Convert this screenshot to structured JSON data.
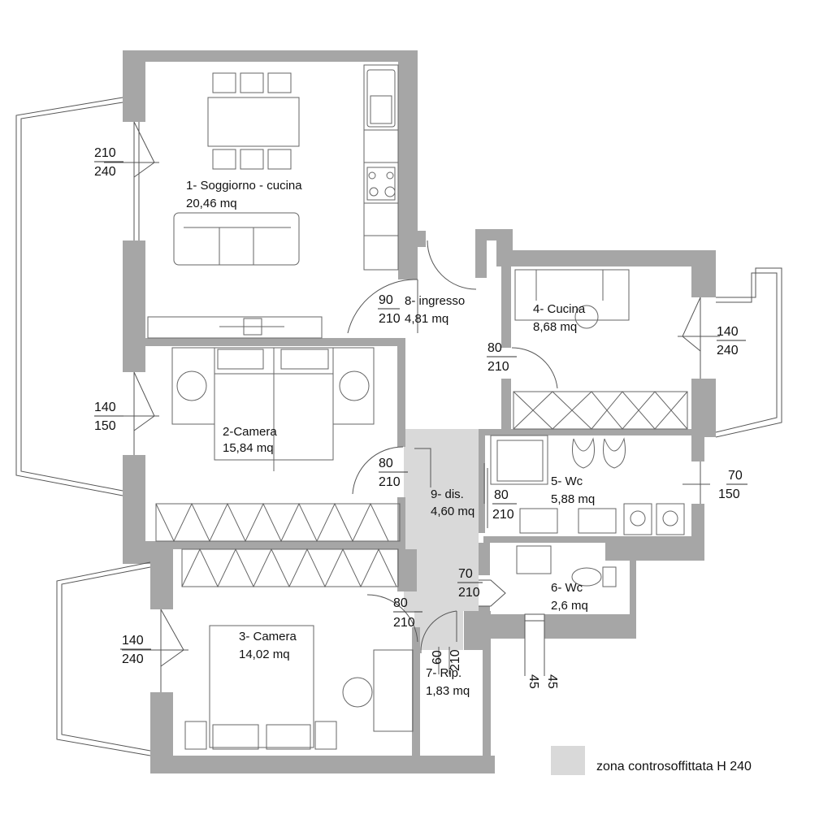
{
  "colors": {
    "wall": "#a6a6a6",
    "ceiling_zone": "#d9d9d9",
    "line": "#555555"
  },
  "rooms": [
    {
      "number": "1-",
      "name": "Soggiorno - cucina",
      "area": "20,46 mq"
    },
    {
      "number": "2-",
      "name": "Camera",
      "area": "15,84 mq"
    },
    {
      "number": "3-",
      "name": "Camera",
      "area": "14,02 mq"
    },
    {
      "number": "4-",
      "name": "Cucina",
      "area": "8,68 mq"
    },
    {
      "number": "5-",
      "name": "Wc",
      "area": "5,88 mq"
    },
    {
      "number": "6-",
      "name": "Wc",
      "area": "2,6 mq"
    },
    {
      "number": "7-",
      "name": "Rip.",
      "area": "1,83 mq"
    },
    {
      "number": "8-",
      "name": "ingresso",
      "area": "4,81 mq"
    },
    {
      "number": "9-",
      "name": "dis.",
      "area": "4,60 mq"
    }
  ],
  "room_labels": {
    "r1": "1- Soggiorno - cucina",
    "r2": "2-Camera",
    "r3": "3- Camera",
    "r4": "4- Cucina",
    "r5": "5- Wc",
    "r6": "6- Wc",
    "r7": "7- Rip.",
    "r8": "8- ingresso",
    "r9": "9- dis."
  },
  "openings": [
    {
      "id": "win-living",
      "width": "210",
      "height": "240"
    },
    {
      "id": "win-camera2",
      "width": "140",
      "height": "150"
    },
    {
      "id": "win-camera3",
      "width": "140",
      "height": "240"
    },
    {
      "id": "win-cucina",
      "width": "140",
      "height": "240"
    },
    {
      "id": "win-wc5",
      "width": "70",
      "height": "150"
    },
    {
      "id": "door-entrance",
      "width": "90",
      "height": "210"
    },
    {
      "id": "door-cucina",
      "width": "80",
      "height": "210"
    },
    {
      "id": "door-camera2",
      "width": "80",
      "height": "210"
    },
    {
      "id": "door-wc5",
      "width": "80",
      "height": "210"
    },
    {
      "id": "door-wc6",
      "width": "70",
      "height": "210"
    },
    {
      "id": "door-camera3",
      "width": "80",
      "height": "210"
    },
    {
      "id": "door-rip",
      "width": "60",
      "height": "210"
    },
    {
      "id": "shaft",
      "width": "45",
      "height": "45"
    }
  ],
  "legend": {
    "label": "zona controsoffittata H 240"
  }
}
